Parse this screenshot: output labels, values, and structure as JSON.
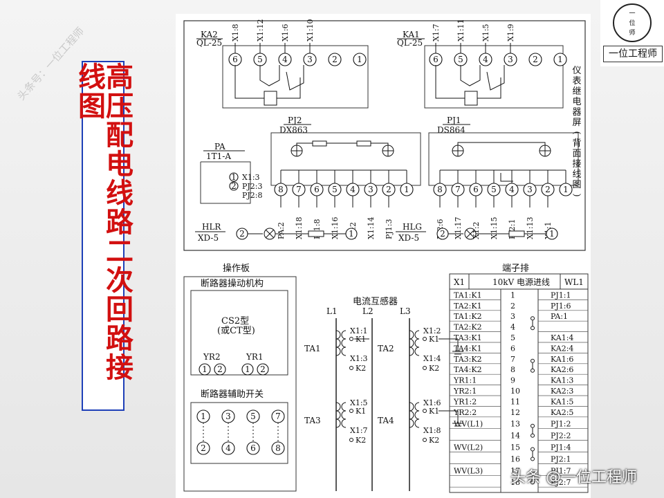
{
  "title": "高压配电线路二次回路接线图",
  "watermark_left": "头条号：一位工程师",
  "watermark_bottom": "头条 @一位工程师",
  "logo": {
    "caption": "一位工程师",
    "glyphs": [
      "一",
      "位",
      "师"
    ]
  },
  "side_label": "仪表继电器屏(背面接线图)",
  "relays": [
    {
      "name": "KA2",
      "model": "QL-25",
      "terminals": [
        "X1:8",
        "X1:12",
        "X1:6",
        "X1:10"
      ],
      "numbers": [
        "6",
        "5",
        "4",
        "3",
        "2",
        "1"
      ]
    },
    {
      "name": "KA1",
      "model": "QL-25",
      "terminals": [
        "X1:7",
        "X1:11",
        "X1:5",
        "X1:9"
      ],
      "numbers": [
        "6",
        "5",
        "4",
        "3",
        "2",
        "1"
      ]
    }
  ],
  "meters": [
    {
      "name": "PJ2",
      "model": "DX863",
      "numbers": [
        "8",
        "7",
        "6",
        "5",
        "4",
        "3",
        "2",
        "1"
      ],
      "terminals": [
        "PA:2",
        "X1:18",
        "PJ1:8",
        "X1:16",
        "PA:2",
        "X1:14",
        "PJ1:3"
      ]
    },
    {
      "name": "PJ1",
      "model": "DS864",
      "numbers": [
        "8",
        "7",
        "6",
        "5",
        "4",
        "3",
        "2",
        "1"
      ],
      "terminals": [
        "PJ2:6",
        "X1:17",
        "X1:2",
        "X1:15",
        "PJ2:1",
        "X1:13",
        "X1:1"
      ]
    }
  ],
  "pa": {
    "name": "PA",
    "model": "1T1-A",
    "rows": [
      {
        "n": "1",
        "t": "X1:3"
      },
      {
        "n": "2",
        "t": "PJ2:3"
      },
      {
        "n": "",
        "t": "PJ2:8"
      }
    ]
  },
  "lamps": [
    {
      "name": "HLR",
      "model": "XD-5",
      "left": "2",
      "right": "1"
    },
    {
      "name": "HLG",
      "model": "XD-5",
      "left": "2",
      "right": "1"
    }
  ],
  "operation": {
    "board_label": "操作板",
    "mechanism_title": "断路器操动机构",
    "mechanism_type": "CS2型",
    "mechanism_alt": "(或CT型)",
    "coils": [
      {
        "name": "YR2",
        "nums": [
          "1",
          "2"
        ]
      },
      {
        "name": "YR1",
        "nums": [
          "1",
          "2"
        ]
      }
    ],
    "aux_switch_title": "断路器辅助开关",
    "aux_top": [
      "1",
      "3",
      "5",
      "7"
    ],
    "aux_bottom": [
      "2",
      "4",
      "6",
      "8"
    ]
  },
  "ct": {
    "title": "电流互感器",
    "phases": [
      "L1",
      "L2",
      "L3"
    ],
    "units": [
      {
        "name": "TA1",
        "t1": "X1:1",
        "t2": "X1:3",
        "k1": "K1",
        "k2": "K2"
      },
      {
        "name": "TA2",
        "t1": "X1:2",
        "t2": "X1:4",
        "k1": "K1",
        "k2": "K2"
      },
      {
        "name": "TA3",
        "t1": "X1:5",
        "t2": "X1:7",
        "k1": "K1",
        "k2": "K2"
      },
      {
        "name": "TA4",
        "t1": "X1:6",
        "t2": "X1:8",
        "k1": "K1",
        "k2": "K2"
      }
    ]
  },
  "terminal_block": {
    "title": "端子排",
    "header": [
      "X1",
      "10kV 电源进线",
      "WL1"
    ],
    "rows": [
      [
        "TA1:K1",
        "1",
        "PJ1:1"
      ],
      [
        "TA2:K1",
        "2",
        "PJ1:6"
      ],
      [
        "TA1:K2",
        "3",
        "PA:1"
      ],
      [
        "TA2:K2",
        "4",
        ""
      ],
      [
        "TA3:K1",
        "5",
        "KA1:4"
      ],
      [
        "TA4:K1",
        "6",
        "KA2:4"
      ],
      [
        "TA3:K2",
        "7",
        "KA1:6"
      ],
      [
        "TA4:K2",
        "8",
        "KA2:6"
      ],
      [
        "YR1:1",
        "9",
        "KA1:3"
      ],
      [
        "YR2:1",
        "10",
        "KA2:3"
      ],
      [
        "YR1:2",
        "11",
        "KA1:5"
      ],
      [
        "YR2:2",
        "12",
        "KA2:5"
      ],
      [
        "WV(L1)",
        "13",
        "PJ1:2"
      ],
      [
        "",
        "14",
        "PJ2:2"
      ],
      [
        "WV(L2)",
        "15",
        "PJ1:4"
      ],
      [
        "",
        "16",
        "PJ2:1"
      ],
      [
        "WV(L3)",
        "17",
        "PJ1:7"
      ],
      [
        "",
        "18",
        "PJ2:7"
      ]
    ]
  }
}
